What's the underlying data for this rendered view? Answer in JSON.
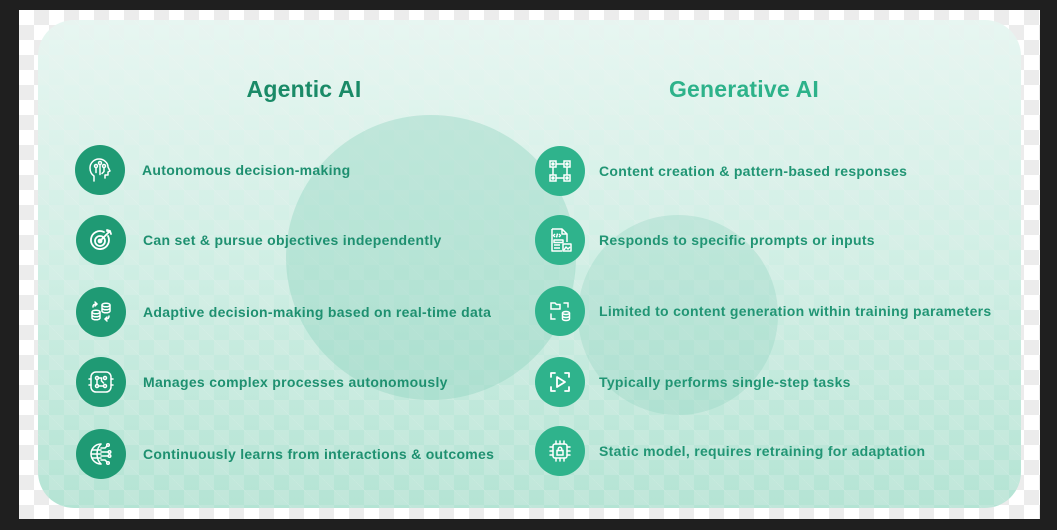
{
  "columns": {
    "agentic": {
      "title": "Agentic AI",
      "accent_color": "#1f9a74",
      "items": [
        {
          "label": "Autonomous decision-making",
          "icon": "brain-circuit-head-icon"
        },
        {
          "label": "Can set & pursue objectives independently",
          "icon": "target-arrow-icon"
        },
        {
          "label": "Adaptive decision-making based on real-time data",
          "icon": "database-sync-icon"
        },
        {
          "label": "Manages complex processes autonomously",
          "icon": "circuit-board-icon"
        },
        {
          "label": "Continuously learns from interactions & outcomes",
          "icon": "globe-network-icon"
        }
      ]
    },
    "generative": {
      "title": "Generative AI",
      "accent_color": "#2fb38c",
      "items": [
        {
          "label": "Content creation & pattern-based responses",
          "icon": "node-square-icon"
        },
        {
          "label": "Responds to specific prompts or inputs",
          "icon": "code-document-image-icon"
        },
        {
          "label": "Limited to content generation within training parameters",
          "icon": "folder-database-icon"
        },
        {
          "label": "Typically performs single-step tasks",
          "icon": "play-frame-icon"
        },
        {
          "label": "Static model, requires retraining for adaptation",
          "icon": "chip-lock-icon"
        }
      ]
    }
  }
}
